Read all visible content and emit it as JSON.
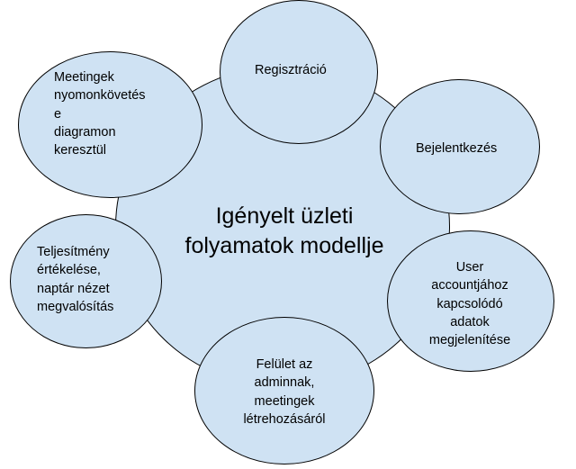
{
  "diagram": {
    "fill_color": "#cfe2f3",
    "stroke_color": "#000000",
    "center": {
      "label": "Igényelt üzleti\nfolyamatok modellje"
    },
    "nodes": [
      {
        "id": "registration",
        "label": "Regisztráció"
      },
      {
        "id": "login",
        "label": "Bejelentkezés"
      },
      {
        "id": "user-data",
        "label": "User\naccountjához\nkapcsolódó\nadatok\nmegjelenítése"
      },
      {
        "id": "admin-interface",
        "label": "Felület az\nadminnak,\nmeetingek\nlétrehozásáról"
      },
      {
        "id": "performance",
        "label": "Teljesítmény\nértékelése,\nnaptár nézet\nmegvalósítás"
      },
      {
        "id": "meeting-tracking",
        "label": "Meetingek\nnyomonkövetés\ne\ndiagramon\nkeresztül"
      }
    ]
  }
}
